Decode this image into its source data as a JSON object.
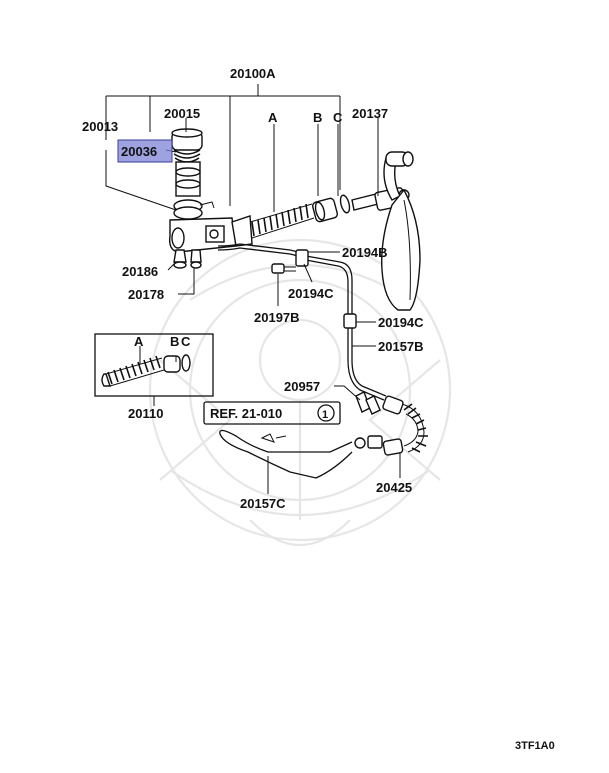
{
  "diagram": {
    "labels": {
      "p20100A": "20100A",
      "p20013": "20013",
      "p20015": "20015",
      "pA": "A",
      "pB": "B",
      "pC": "C",
      "p20137": "20137",
      "p20036": "20036",
      "p20194B": "20194B",
      "p20186": "20186",
      "p20194C_a": "20194C",
      "p20178": "20178",
      "p20197B": "20197B",
      "p20194C_b": "20194C",
      "p20157B": "20157B",
      "insetA": "A",
      "insetB": "B",
      "insetC": "C",
      "p20110": "20110",
      "p20957": "20957",
      "ref": "REF. 21-010",
      "refCircle": "1",
      "p20425": "20425",
      "p20157C": "20157C"
    },
    "highlighted_part": "20036",
    "highlight_color": "#7f83d6",
    "footer_code": "3TF1A0"
  }
}
